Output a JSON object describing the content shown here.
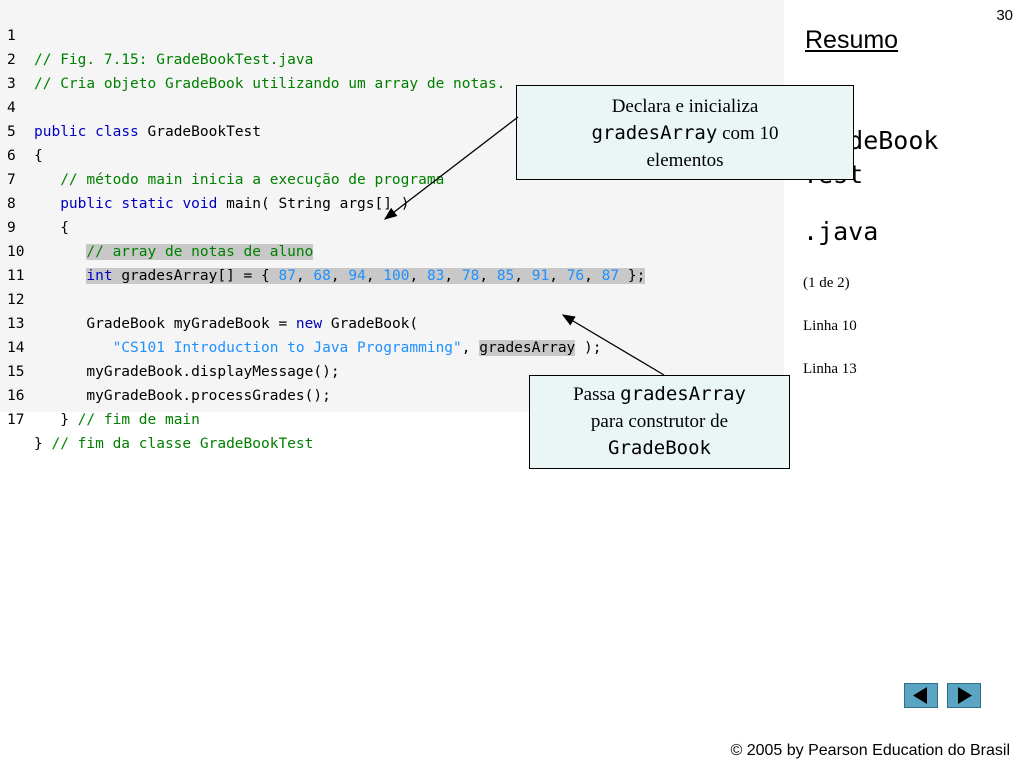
{
  "page_number": "30",
  "sidebar": {
    "resumo": "Resumo",
    "file_line1": "GradeBook",
    "file_line2": "Test",
    "file_line3": ".java",
    "part": "(1 de 2)",
    "line_ref1": "Linha 10",
    "line_ref2": "Linha 13"
  },
  "code": {
    "line_numbers": [
      "1",
      "2",
      "3",
      "4",
      "5",
      "6",
      "7",
      "8",
      "9",
      "10",
      "11",
      "12",
      "13",
      "14",
      "15",
      "16",
      "17"
    ],
    "l1": "// Fig. 7.15: GradeBookTest.java",
    "l2": "// Cria objeto GradeBook utilizando um array de notas.",
    "l4_kw1": "public",
    "l4_kw2": "class",
    "l4_name": "GradeBookTest",
    "l5": "{",
    "l6": "// método main inicia a execução de programa",
    "l7_kw1": "public",
    "l7_kw2": "static",
    "l7_kw3": "void",
    "l7_rest": "main( String args[] )",
    "l8": "{",
    "l9": "// array de notas de aluno",
    "l10_kw": "int",
    "l10_decl": "gradesArray[] = {",
    "l10_values": [
      "87",
      "68",
      "94",
      "100",
      "83",
      "78",
      "85",
      "91",
      "76",
      "87"
    ],
    "l10_end": "};",
    "l12_a": "GradeBook myGradeBook = ",
    "l12_kw": "new",
    "l12_b": "GradeBook(",
    "l13_str": "\"CS101 Introduction to Java Programming\"",
    "l13_arg": "gradesArray",
    "l13_end": ");",
    "l14": "myGradeBook.displayMessage();",
    "l15": "myGradeBook.processGrades();",
    "l16_brace": "}",
    "l16_comment": "// fim de main",
    "l17_brace": "}",
    "l17_comment": "// fim da classe GradeBookTest"
  },
  "callout1": {
    "line1": "Declara e inicializa",
    "mono": "gradesArray",
    "line2_rest": "com 10",
    "line3": "elementos"
  },
  "callout2": {
    "line1_text": "Passa",
    "line1_mono": "gradesArray",
    "line2": "para construtor de",
    "line3_mono": "GradeBook"
  },
  "nav": {
    "prev_icon": "left-triangle-icon",
    "next_icon": "right-triangle-icon"
  },
  "footer": {
    "copyright": "© 2005 by Pearson Education do Brasil"
  }
}
